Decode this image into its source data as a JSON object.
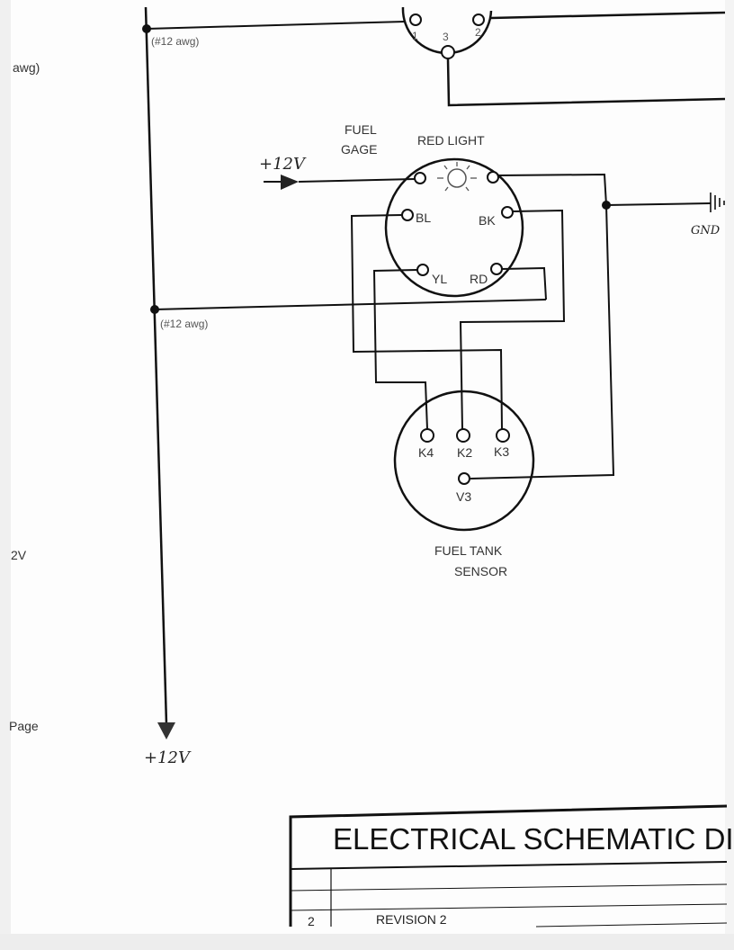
{
  "left_margin_notes": [
    "awg)",
    "2V",
    "Page"
  ],
  "bus_notes": {
    "top_awg": "(#12 awg)",
    "mid_awg": "(#12 awg)",
    "bottom_supply": "+12V"
  },
  "top_connector": {
    "pins": [
      "1",
      "2",
      "3"
    ]
  },
  "fuel_gage": {
    "label_line1": "FUEL",
    "label_line2": "GAGE",
    "light_label": "RED LIGHT",
    "pins": [
      "BL",
      "BK",
      "YL",
      "RD"
    ],
    "supply_label": "+12V",
    "ground_label": "GND"
  },
  "fuel_tank_sensor": {
    "label_line1": "FUEL TANK",
    "label_line2": "SENSOR",
    "pins": [
      "K4",
      "K2",
      "K3",
      "V3"
    ]
  },
  "title_block": {
    "title": "ELECTRICAL SCHEMATIC DI",
    "rev_number": "2",
    "rev_text": "REVISION 2"
  }
}
